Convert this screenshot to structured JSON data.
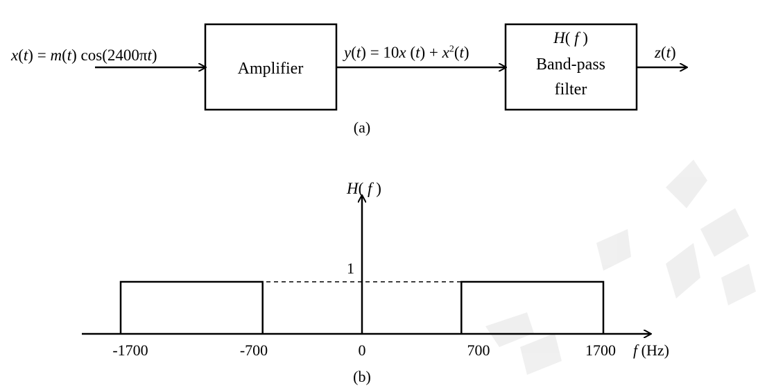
{
  "part_a": {
    "input_label": {
      "x": "x",
      "t1": "t",
      "eq": " = ",
      "m": "m",
      "t2": "t",
      "cos": " cos(2400π",
      "t3": "t",
      "close": ")"
    },
    "amplifier_label": "Amplifier",
    "middle_label": {
      "y": "y",
      "t1": "t",
      "rest1": ") = 10",
      "x1": "x",
      "t2": "t",
      "rest2": ") + ",
      "x2": "x",
      "sup": "2",
      "t3": "t",
      "close": ")"
    },
    "filter_label": {
      "H": "H",
      "f": "f",
      "line2": "Band-pass",
      "line3": "filter"
    },
    "output_label": {
      "z": "z",
      "t": "t"
    },
    "caption": "(a)"
  },
  "part_b": {
    "y_axis_label": {
      "H": "H",
      "f": "f"
    },
    "level_label": "1",
    "x_axis_label": {
      "f": "f",
      "unit": "(Hz)"
    },
    "ticks": [
      "-1700",
      "-700",
      "0",
      "700",
      "1700"
    ],
    "caption": "(b)",
    "passbands": [
      {
        "from_hz": -1700,
        "to_hz": -700,
        "gain": 1
      },
      {
        "from_hz": 700,
        "to_hz": 1700,
        "gain": 1
      }
    ]
  }
}
